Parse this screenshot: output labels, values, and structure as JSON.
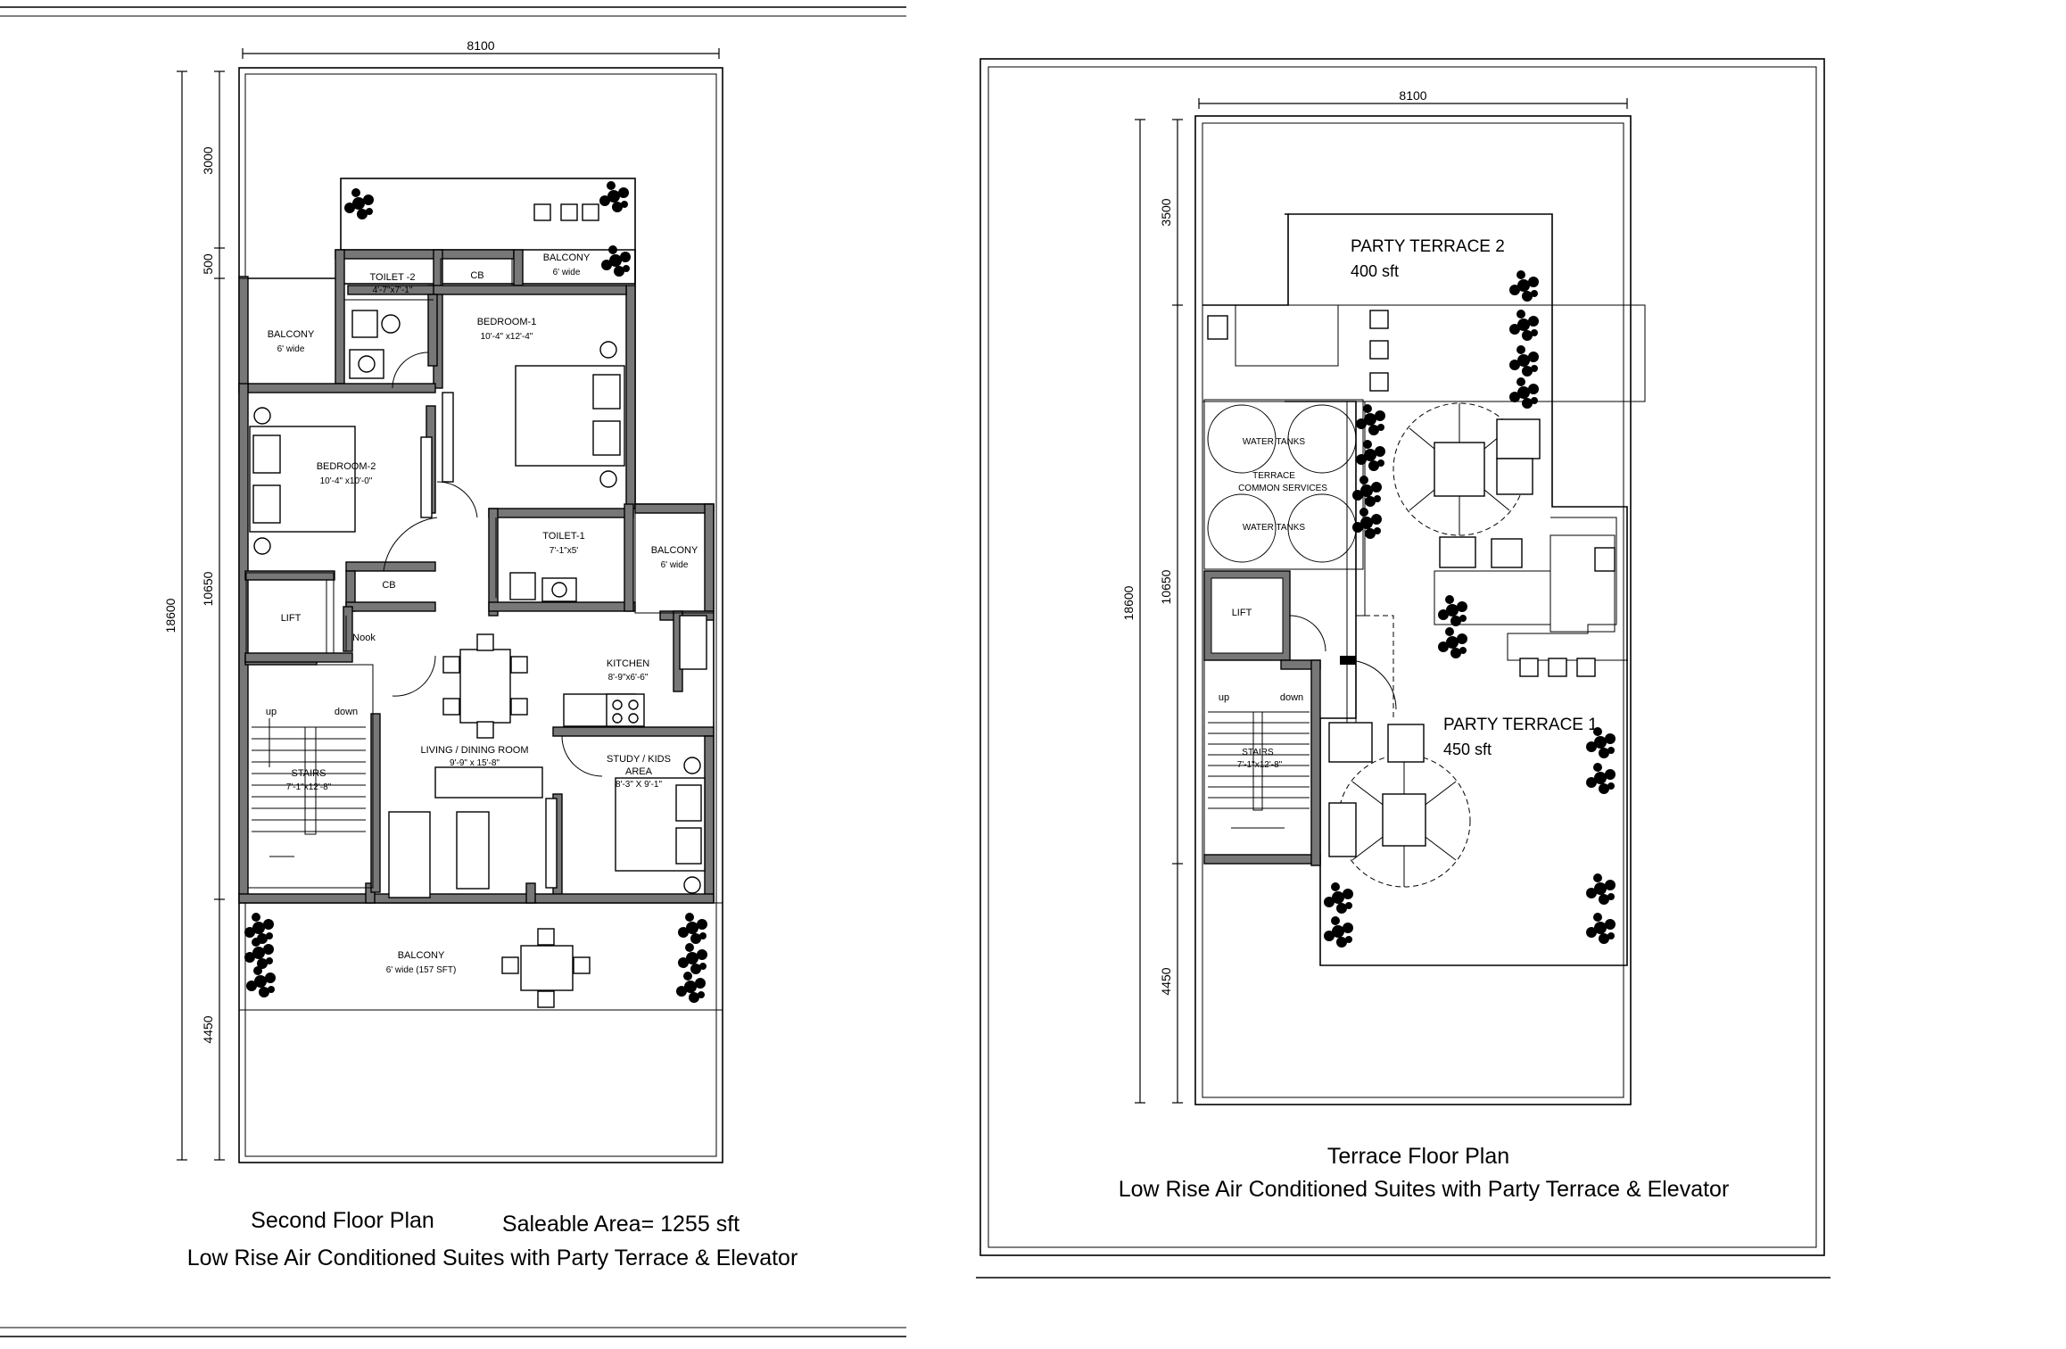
{
  "second_floor": {
    "dims": {
      "width": "8100",
      "total": "18600",
      "seg1": "3000",
      "seg2": "500",
      "seg3": "10650",
      "seg4": "4450"
    },
    "rooms": {
      "balcony_top": {
        "name": "BALCONY",
        "size": "6' wide"
      },
      "toilet2": {
        "name": "TOILET -2",
        "size": "4'-7\"x7'-1\""
      },
      "cb1": "CB",
      "bedroom1": {
        "name": "BEDROOM-1",
        "size": "10'-4\" x12'-4\""
      },
      "balcony_left": {
        "name": "BALCONY",
        "size": "6' wide"
      },
      "bedroom2": {
        "name": "BEDROOM-2",
        "size": "10'-4\" x10'-0\""
      },
      "toilet1": {
        "name": "TOILET-1",
        "size": "7'-1\"x5'"
      },
      "balcony_right": {
        "name": "BALCONY",
        "size": "6' wide"
      },
      "cb2": "CB",
      "lift": "LIFT",
      "nook": "Nook",
      "kitchen": {
        "name": "KITCHEN",
        "size": "8'-9\"x6'-6\""
      },
      "up": "up",
      "down": "down",
      "living": {
        "name": "LIVING / DINING ROOM",
        "size": "9'-9\" x 15'-8\""
      },
      "study": {
        "name": "STUDY / KIDS",
        "name2": "AREA",
        "size": "8'-3\" X 9'-1\""
      },
      "stairs": {
        "name": "STAIRS",
        "size": "7'-1\"x12'-8\""
      },
      "balcony_bottom": {
        "name": "BALCONY",
        "size": "6' wide (157 SFT)"
      }
    },
    "caption": {
      "title": "Second Floor Plan",
      "area": "Saleable Area= 1255 sft",
      "subtitle": "Low Rise Air Conditioned Suites with Party Terrace & Elevator"
    }
  },
  "terrace_floor": {
    "dims": {
      "width": "8100",
      "total": "18600",
      "seg1": "3500",
      "seg3": "10650",
      "seg4": "4450"
    },
    "rooms": {
      "party2": {
        "name": "PARTY TERRACE 2",
        "area": "400 sft"
      },
      "water_tanks_1": "WATER TANKS",
      "terrace_services": {
        "line1": "TERRACE",
        "line2": "COMMON SERVICES"
      },
      "water_tanks_2": "WATER TANKS",
      "lift": "LIFT",
      "up": "up",
      "down": "down",
      "stairs": {
        "name": "STAIRS",
        "size": "7'-1\"x12'-8\""
      },
      "party1": {
        "name": "PARTY TERRACE 1",
        "area": "450 sft"
      }
    },
    "caption": {
      "title": "Terrace Floor Plan",
      "subtitle": "Low Rise Air Conditioned Suites with Party Terrace & Elevator"
    }
  }
}
